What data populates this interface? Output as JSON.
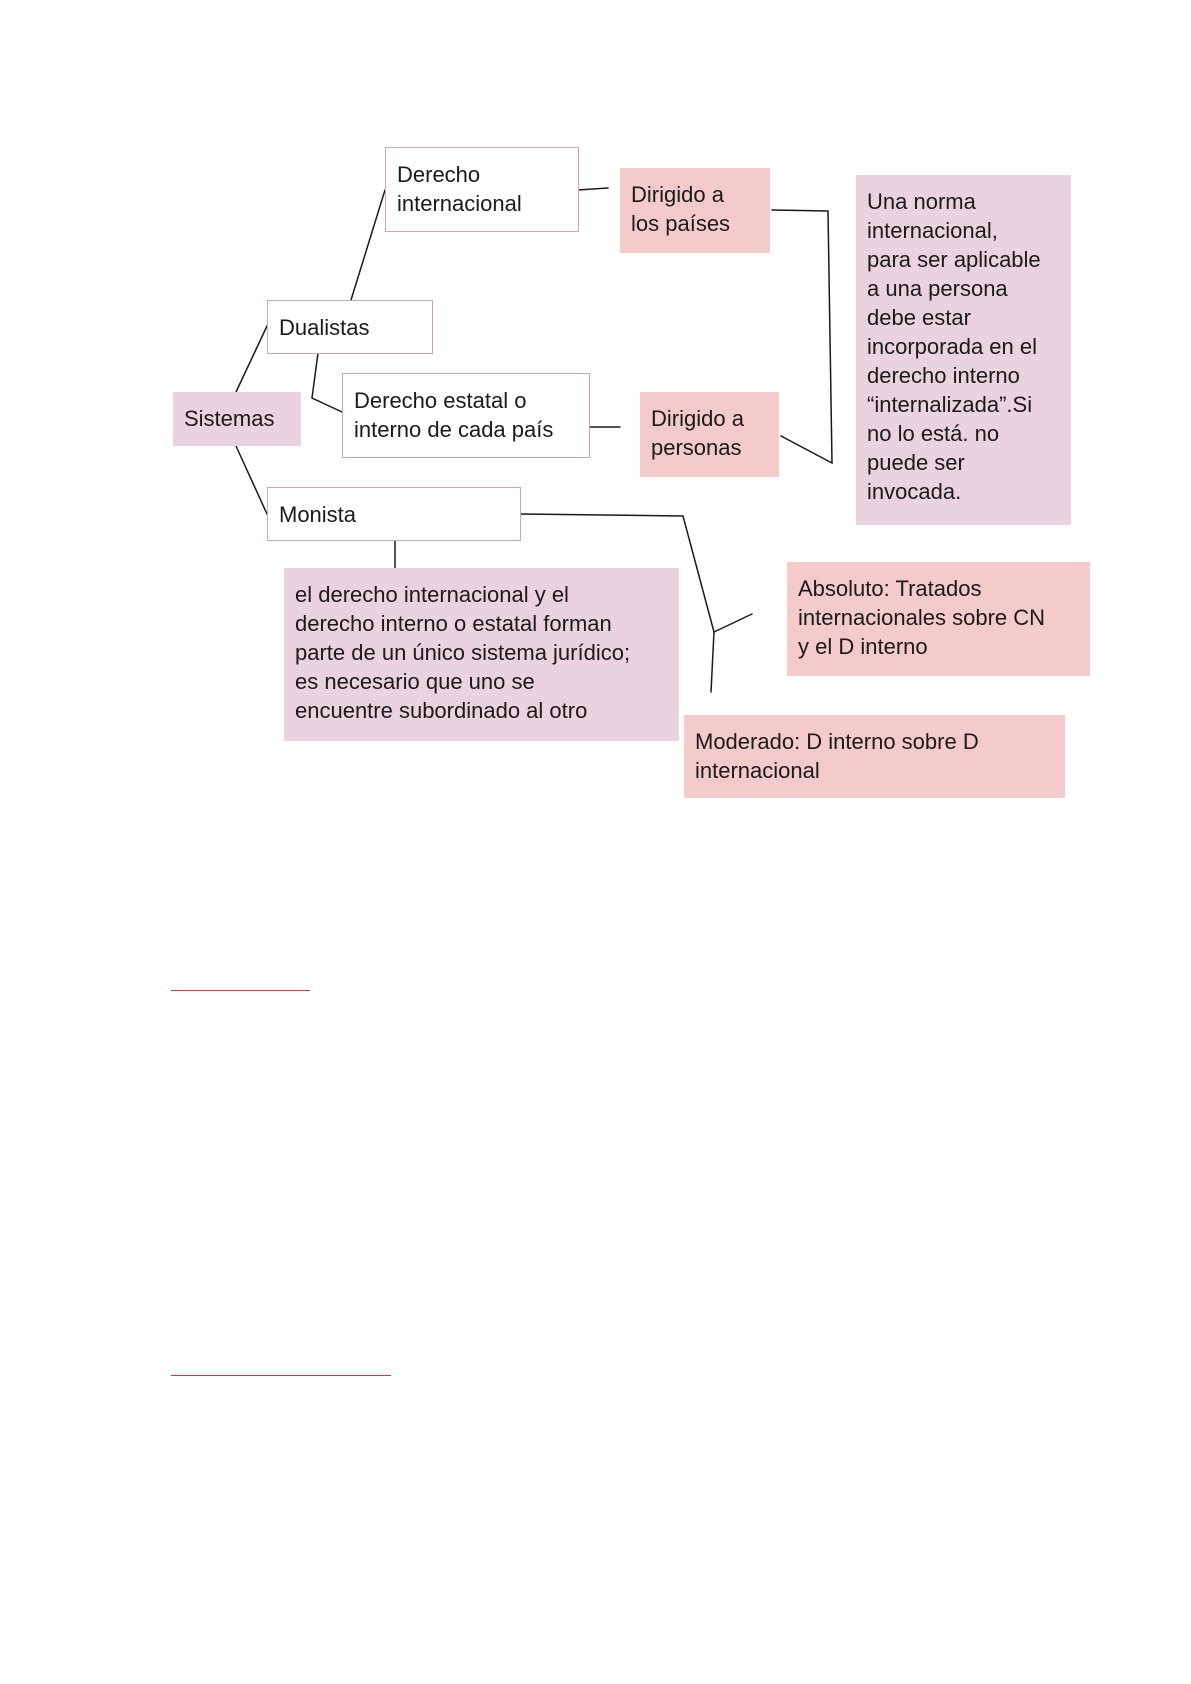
{
  "diagram": {
    "nodes": {
      "sistemas": "Sistemas",
      "dualistas": "Dualistas",
      "derecho_internacional": "Derecho\ninternacional",
      "derecho_estatal": "Derecho estatal o\ninterno de cada país",
      "dirigido_paises": "Dirigido a\nlos países",
      "dirigido_personas": "Dirigido a\npersonas",
      "norma_internacional": "Una norma\ninternacional,\npara ser aplicable\na una persona\ndebe estar\nincorporada en el\nderecho interno\n“internalizada”.Si\nno lo está. no\npuede ser\ninvocada.",
      "monista": "Monista",
      "monista_desc": "el derecho internacional y el\nderecho interno o estatal forman\nparte de un único sistema jurídico;\nes necesario que uno se\nencuentre subordinado al otro",
      "absoluto": "Absoluto: Tratados\ninternacionales sobre CN\ny el D interno",
      "moderado": "Moderado: D interno sobre D\ninternacional"
    },
    "colors": {
      "outline_border": "#d9a0b8",
      "mauve_fill": "#ead3de",
      "rose_fill": "#f4caca",
      "connector": "#1a1a1a",
      "red_rule": "#d1353f"
    }
  }
}
